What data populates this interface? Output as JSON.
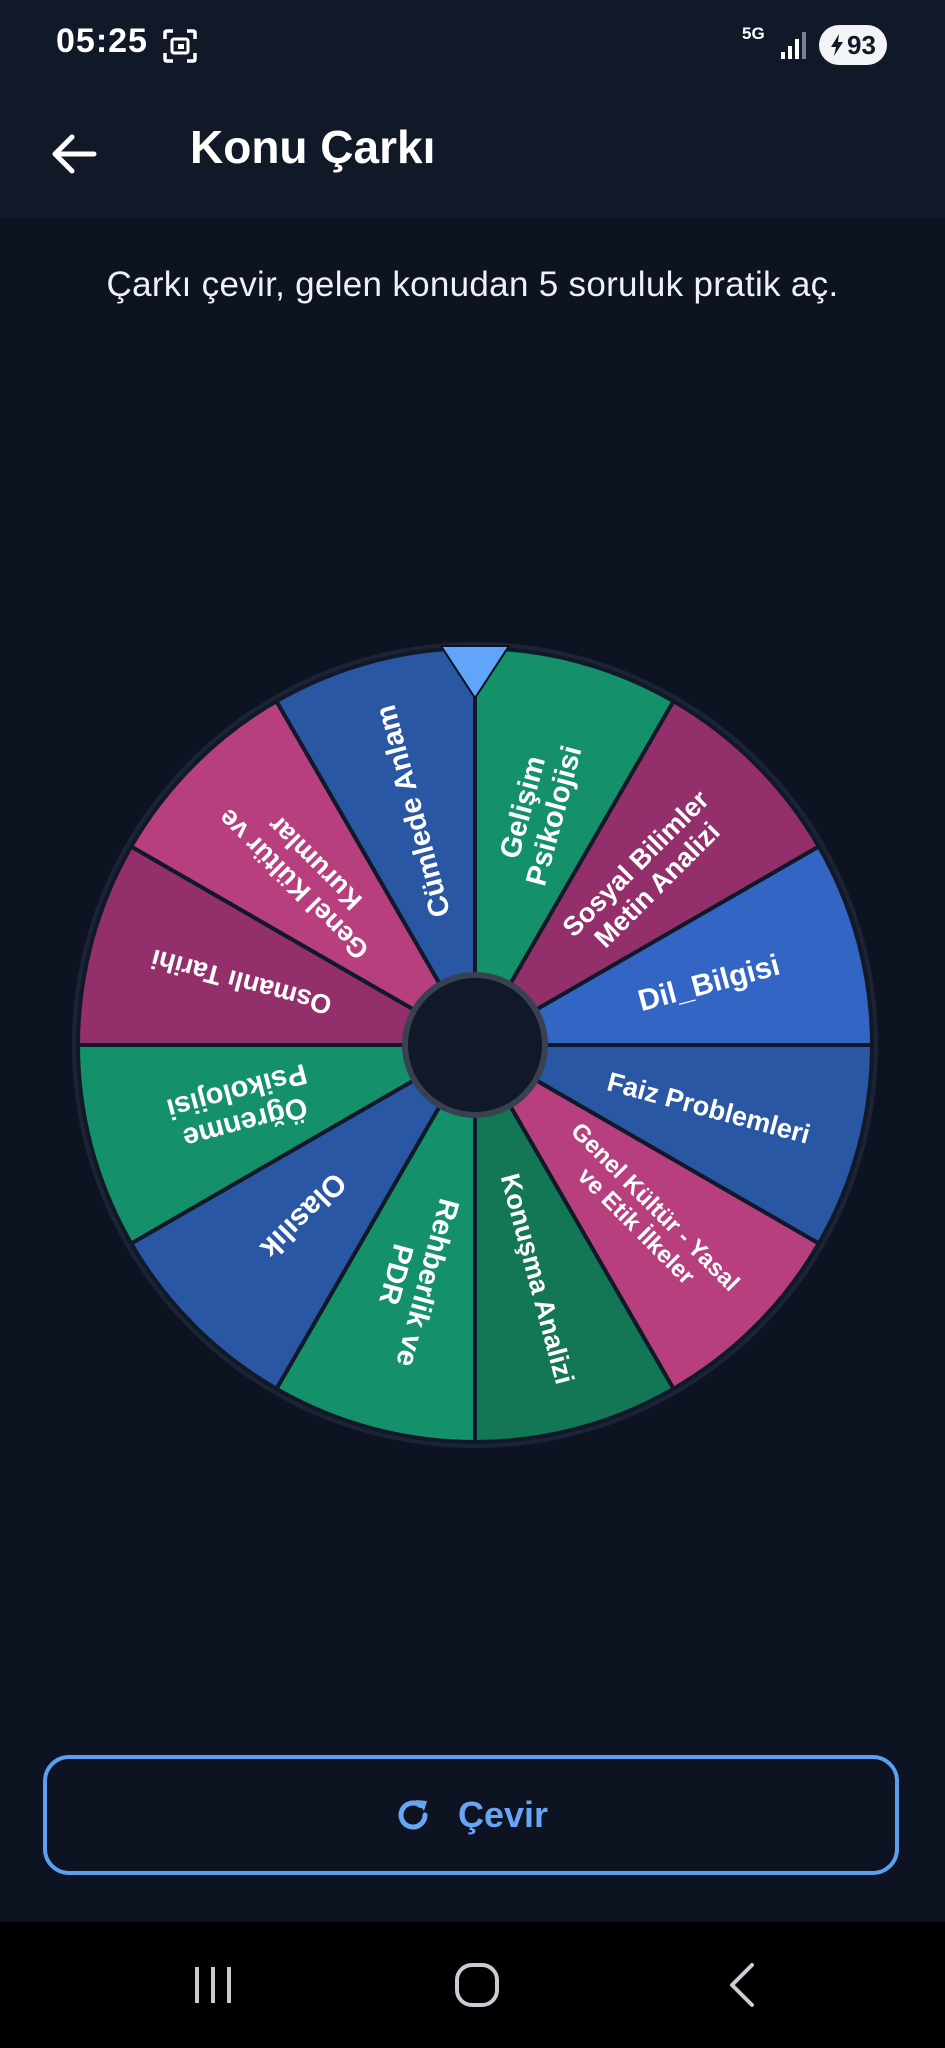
{
  "status_bar": {
    "time": "05:25",
    "network": "5G",
    "battery": "93",
    "icons": [
      "screenshot-icon",
      "signal-icon",
      "battery-icon"
    ]
  },
  "app_bar": {
    "title": "Konu Çarkı",
    "back_icon": "arrow-left-icon"
  },
  "instruction": "Çarkı çevir, gelen konudan 5 soruluk pratik aç.",
  "wheel": {
    "pointer_color": "#60a5fa",
    "hub_color": "#111827",
    "segments": [
      {
        "lines": [
          "Gelişim",
          "Psikolojisi"
        ],
        "color": "#14916a"
      },
      {
        "lines": [
          "Sosyal Bilimler",
          "Metin Analizi"
        ],
        "color": "#932f6a"
      },
      {
        "lines": [
          "Dil_Bilgisi"
        ],
        "color": "#3365c5"
      },
      {
        "lines": [
          "Faiz Problemleri"
        ],
        "color": "#2a57a4"
      },
      {
        "lines": [
          "Genel Kültür - Yasal",
          "ve Etik İlkeler"
        ],
        "color": "#b73f7e"
      },
      {
        "lines": [
          "Konuşma Analizi"
        ],
        "color": "#137655"
      },
      {
        "lines": [
          "Rehberlik ve",
          "PDR"
        ],
        "color": "#14916a"
      },
      {
        "lines": [
          "Olasılık"
        ],
        "color": "#2a57a4"
      },
      {
        "lines": [
          "Öğrenme",
          "Psikolojisi"
        ],
        "color": "#14916a"
      },
      {
        "lines": [
          "Osmanlı Tarihi"
        ],
        "color": "#932f6a"
      },
      {
        "lines": [
          "Genel Kültür ve",
          "Kurumlar"
        ],
        "color": "#b73f7e"
      },
      {
        "lines": [
          "Cümlede Anlam"
        ],
        "color": "#2a57a4"
      }
    ]
  },
  "spin_button": {
    "label": "Çevir",
    "icon": "refresh-icon",
    "color": "#66a6f5"
  },
  "nav_bar": {
    "buttons": [
      "recents-icon",
      "home-icon",
      "back-icon"
    ]
  }
}
